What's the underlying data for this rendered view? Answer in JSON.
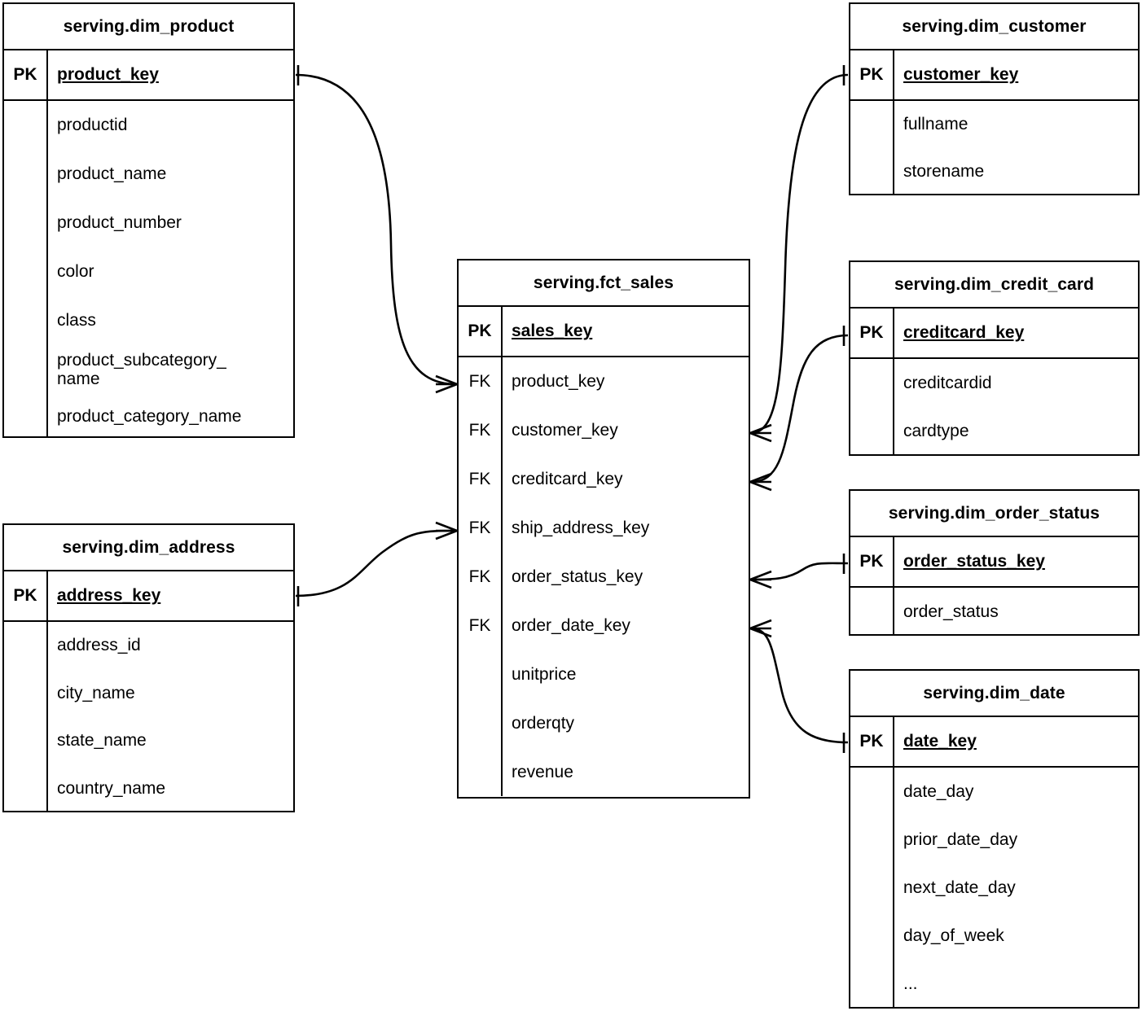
{
  "diagram": {
    "type": "entity-relationship-diagram",
    "notation": "crow's foot",
    "background_color": "#ffffff",
    "line_color": "#000000"
  },
  "entities": [
    {
      "id": "dim_product",
      "title": "serving.dim_product",
      "pk_label": "PK",
      "pk_field": "product_key",
      "attributes": [
        "productid",
        "product_name",
        "product_number",
        "color",
        "class",
        "product_subcategory_\nname",
        "product_category_name"
      ]
    },
    {
      "id": "dim_address",
      "title": "serving.dim_address",
      "pk_label": "PK",
      "pk_field": "address_key",
      "attributes": [
        "address_id",
        "city_name",
        "state_name",
        "country_name"
      ]
    },
    {
      "id": "fct_sales",
      "title": "serving.fct_sales",
      "pk_label": "PK",
      "pk_field": "sales_key",
      "fk_label": "FK",
      "foreign_keys": [
        "product_key",
        "customer_key",
        "creditcard_key",
        "ship_address_key",
        "order_status_key",
        "order_date_key"
      ],
      "measures": [
        "unitprice",
        "orderqty",
        "revenue"
      ]
    },
    {
      "id": "dim_customer",
      "title": "serving.dim_customer",
      "pk_label": "PK",
      "pk_field": "customer_key",
      "attributes": [
        "fullname",
        "storename"
      ]
    },
    {
      "id": "dim_credit_card",
      "title": "serving.dim_credit_card",
      "pk_label": "PK",
      "pk_field": "creditcard_key",
      "attributes": [
        "creditcardid",
        "cardtype"
      ]
    },
    {
      "id": "dim_order_status",
      "title": "serving.dim_order_status",
      "pk_label": "PK",
      "pk_field": "order_status_key",
      "attributes": [
        "order_status"
      ]
    },
    {
      "id": "dim_date",
      "title": "serving.dim_date",
      "pk_label": "PK",
      "pk_field": "date_key",
      "attributes": [
        "date_day",
        "prior_date_day",
        "next_date_day",
        "day_of_week",
        "..."
      ]
    }
  ],
  "relationships": [
    {
      "from": "dim_product.product_key",
      "to": "fct_sales.product_key",
      "from_cardinality": "one",
      "to_cardinality": "many"
    },
    {
      "from": "dim_address.address_key",
      "to": "fct_sales.ship_address_key",
      "from_cardinality": "one",
      "to_cardinality": "many"
    },
    {
      "from": "dim_customer.customer_key",
      "to": "fct_sales.customer_key",
      "from_cardinality": "one",
      "to_cardinality": "many"
    },
    {
      "from": "dim_credit_card.creditcard_key",
      "to": "fct_sales.creditcard_key",
      "from_cardinality": "one",
      "to_cardinality": "many"
    },
    {
      "from": "dim_order_status.order_status_key",
      "to": "fct_sales.order_status_key",
      "from_cardinality": "one",
      "to_cardinality": "many"
    },
    {
      "from": "dim_date.date_key",
      "to": "fct_sales.order_date_key",
      "from_cardinality": "one",
      "to_cardinality": "many"
    }
  ]
}
